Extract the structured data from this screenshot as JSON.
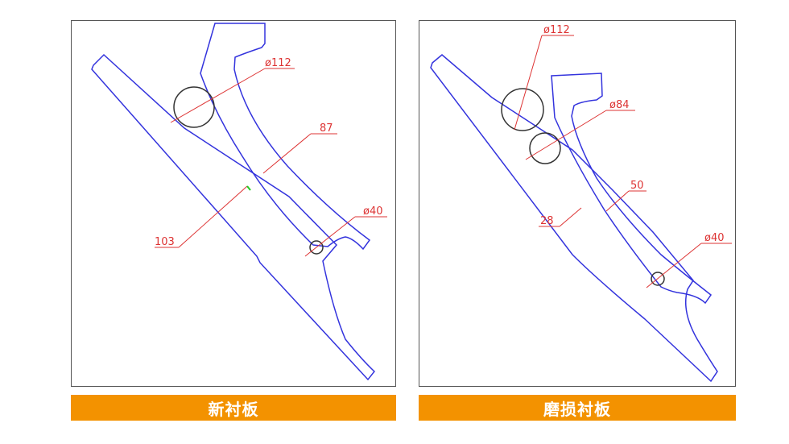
{
  "colors": {
    "outline": "#3333dd",
    "dimension": "#dd3333",
    "circle": "#333333",
    "caption_bg": "#f39200",
    "caption_text": "#ffffff",
    "accent_green": "#22cc22"
  },
  "left": {
    "caption": "新衬板",
    "labels": {
      "d112": "ø112",
      "d87": "87",
      "d40": "ø40",
      "d103": "103"
    }
  },
  "right": {
    "caption": "磨损衬板",
    "labels": {
      "d112": "ø112",
      "d84": "ø84",
      "d50": "50",
      "d28": "28",
      "d40": "ø40"
    }
  }
}
